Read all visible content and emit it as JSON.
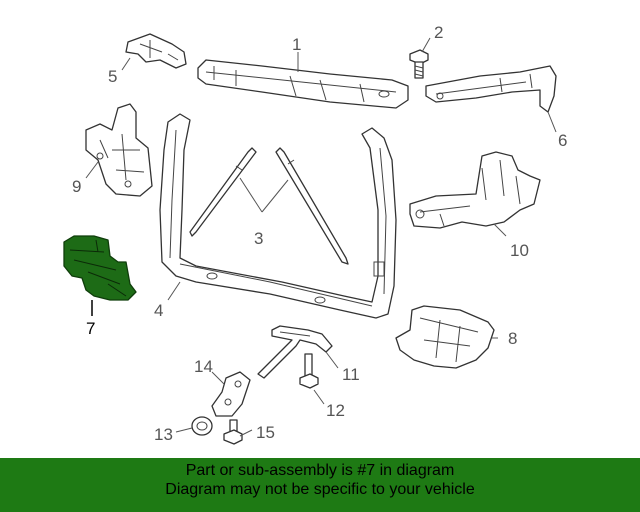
{
  "diagram": {
    "labels": {
      "p1": "1",
      "p2": "2",
      "p3": "3",
      "p4": "4",
      "p5": "5",
      "p6": "6",
      "p7": "7",
      "p8": "8",
      "p9": "9",
      "p10": "10",
      "p11": "11",
      "p12": "12",
      "p13": "13",
      "p14": "14",
      "p15": "15"
    },
    "highlight_color": "#1d6b16"
  },
  "banner": {
    "line1": "Part or sub-assembly is #7 in diagram",
    "line2": "Diagram may not be specific to your vehicle",
    "background": "#1e7a14"
  }
}
